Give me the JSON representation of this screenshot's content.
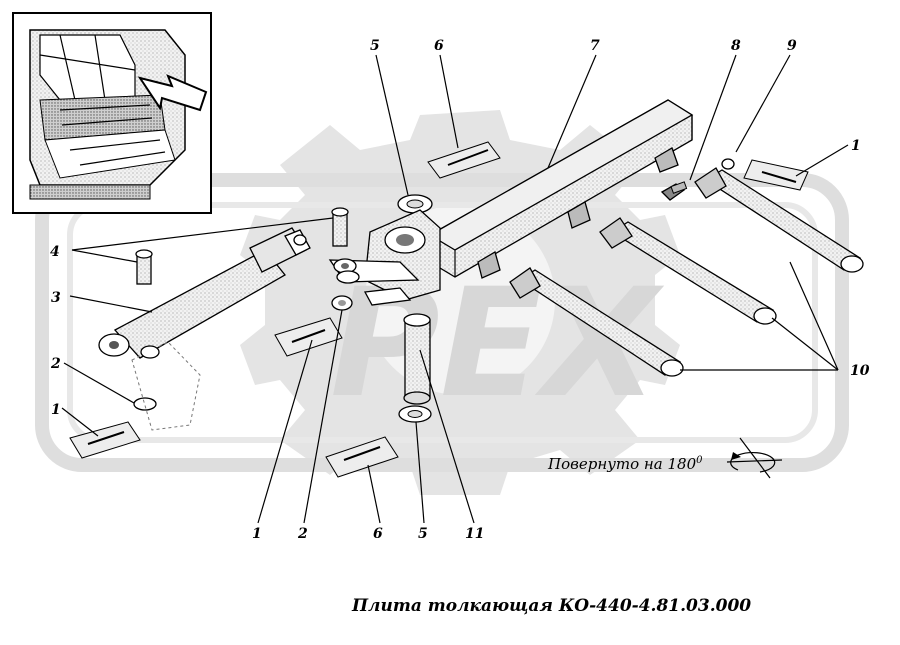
{
  "callouts": [
    {
      "id": "c5-top",
      "text": "5"
    },
    {
      "id": "c6-top",
      "text": "6"
    },
    {
      "id": "c7",
      "text": "7"
    },
    {
      "id": "c8",
      "text": "8"
    },
    {
      "id": "c9",
      "text": "9"
    },
    {
      "id": "c1-right",
      "text": "1"
    },
    {
      "id": "c4",
      "text": "4"
    },
    {
      "id": "c3",
      "text": "3"
    },
    {
      "id": "c2-left",
      "text": "2"
    },
    {
      "id": "c1-left",
      "text": "1"
    },
    {
      "id": "c10",
      "text": "10"
    },
    {
      "id": "c1-bottom",
      "text": "1"
    },
    {
      "id": "c2-bottom",
      "text": "2"
    },
    {
      "id": "c6-bottom",
      "text": "6"
    },
    {
      "id": "c5-bottom",
      "text": "5"
    },
    {
      "id": "c11",
      "text": "11"
    }
  ],
  "rotation_note": "Повернуто на 180",
  "rotation_note_sup": "0",
  "caption": "Плита толкающая КО-440-4.81.03.000",
  "watermark": "PEX",
  "colors": {
    "ink": "#000000",
    "watermark": "#d7d7d7",
    "paper": "#ffffff"
  },
  "icons": [
    "inset-truck-view",
    "pointer-arrow-icon",
    "rotation-symbol-icon",
    "gear-watermark"
  ]
}
